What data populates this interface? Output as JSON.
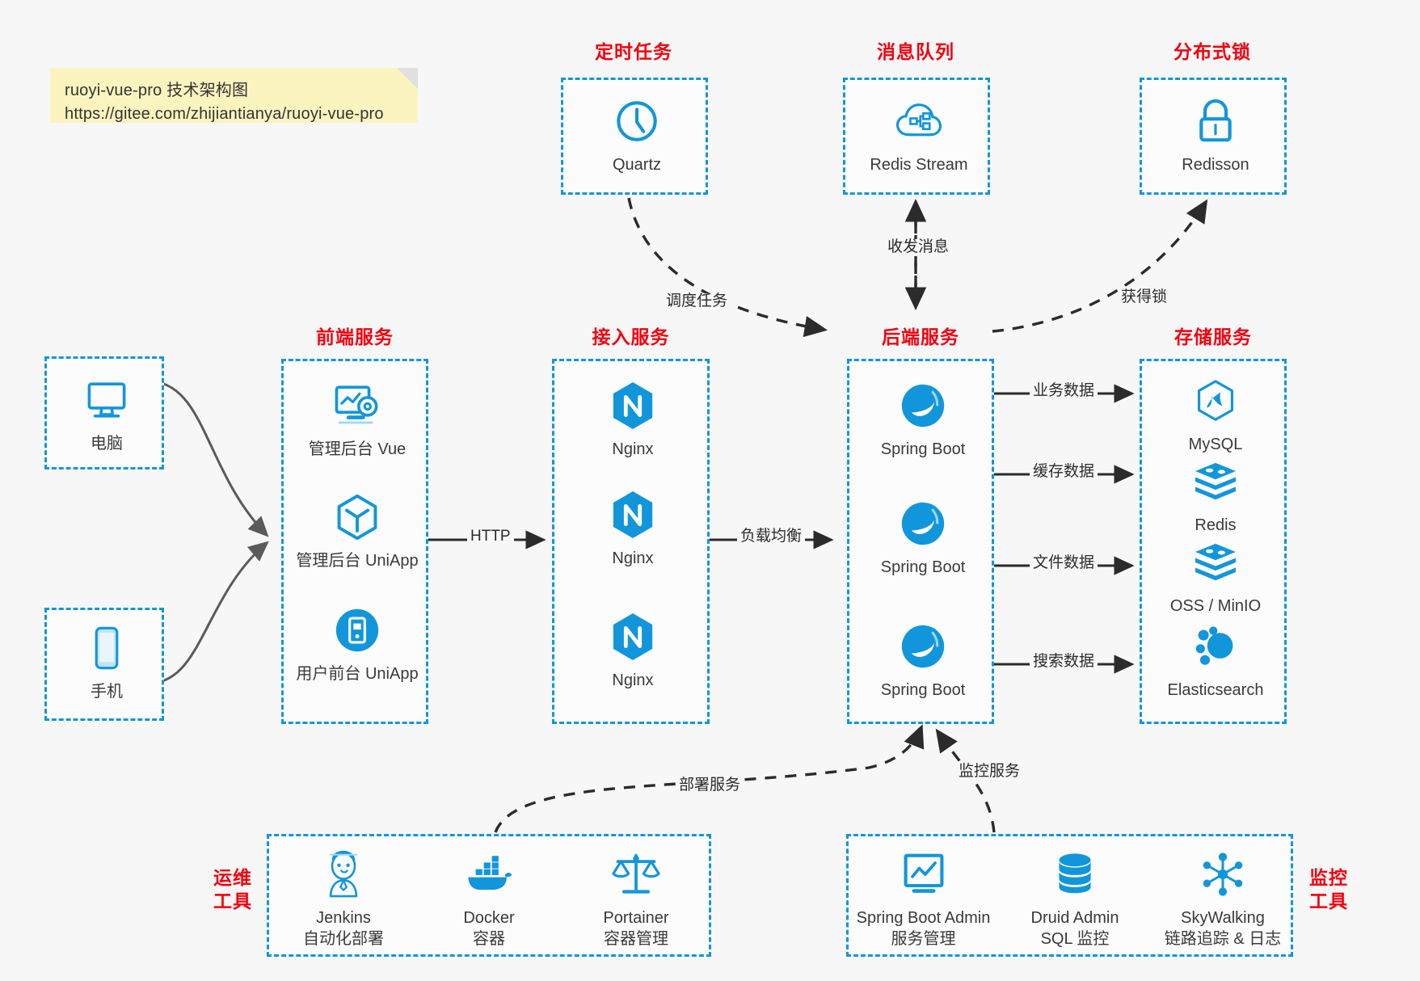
{
  "note": {
    "line1": "ruoyi-vue-pro 技术架构图",
    "line2": "https://gitee.com/zhijiantianya/ruoyi-vue-pro"
  },
  "colors": {
    "accent": "#1296db",
    "title_red": "#f5000f",
    "note_bg": "#fbf4bf",
    "canvas": "#f7f7f7",
    "edge": "#2b2b2b",
    "solid_edge_gray": "#5a5a5a"
  },
  "groups": {
    "scheduler": {
      "title": "定时任务",
      "nodes": [
        {
          "label": "Quartz",
          "icon": "clock-icon"
        }
      ]
    },
    "mq": {
      "title": "消息队列",
      "nodes": [
        {
          "label": "Redis Stream",
          "icon": "cloud-stream-icon"
        }
      ]
    },
    "lock": {
      "title": "分布式锁",
      "nodes": [
        {
          "label": "Redisson",
          "icon": "lock-icon"
        }
      ]
    },
    "clients": {
      "nodes": [
        {
          "label": "电脑",
          "icon": "desktop-icon"
        },
        {
          "label": "手机",
          "icon": "mobile-icon"
        }
      ]
    },
    "frontend": {
      "title": "前端服务",
      "nodes": [
        {
          "label": "管理后台 Vue",
          "icon": "dashboard-icon"
        },
        {
          "label": "管理后台 UniApp",
          "icon": "cube-icon"
        },
        {
          "label": "用户前台 UniApp",
          "icon": "app-icon"
        }
      ]
    },
    "gateway": {
      "title": "接入服务",
      "nodes": [
        {
          "label": "Nginx",
          "icon": "nginx-icon"
        },
        {
          "label": "Nginx",
          "icon": "nginx-icon"
        },
        {
          "label": "Nginx",
          "icon": "nginx-icon"
        }
      ]
    },
    "backend": {
      "title": "后端服务",
      "nodes": [
        {
          "label": "Spring Boot",
          "icon": "spring-icon"
        },
        {
          "label": "Spring Boot",
          "icon": "spring-icon"
        },
        {
          "label": "Spring Boot",
          "icon": "spring-icon"
        }
      ]
    },
    "storage": {
      "title": "存储服务",
      "nodes": [
        {
          "label": "MySQL",
          "icon": "mysql-icon"
        },
        {
          "label": "Redis",
          "icon": "redis-icon"
        },
        {
          "label": "OSS / MinIO",
          "icon": "oss-icon"
        },
        {
          "label": "Elasticsearch",
          "icon": "elasticsearch-icon"
        }
      ]
    },
    "devops": {
      "title_line1": "运维",
      "title_line2": "工具",
      "nodes": [
        {
          "label": "Jenkins",
          "sub": "自动化部署",
          "icon": "jenkins-icon"
        },
        {
          "label": "Docker",
          "sub": "容器",
          "icon": "docker-icon"
        },
        {
          "label": "Portainer",
          "sub": "容器管理",
          "icon": "scales-icon"
        }
      ]
    },
    "monitor": {
      "title_line1": "监控",
      "title_line2": "工具",
      "nodes": [
        {
          "label": "Spring Boot Admin",
          "sub": "服务管理",
          "icon": "monitor-chart-icon"
        },
        {
          "label": "Druid Admin",
          "sub": "SQL 监控",
          "icon": "database-icon"
        },
        {
          "label": "SkyWalking",
          "sub": "链路追踪 & 日志",
          "icon": "network-nodes-icon"
        }
      ]
    }
  },
  "edges": {
    "http": "HTTP",
    "load_balance": "负载均衡",
    "schedule_task": "调度任务",
    "mq_messages": "收发消息",
    "acquire_lock": "获得锁",
    "business_data": "业务数据",
    "cache_data": "缓存数据",
    "file_data": "文件数据",
    "search_data": "搜索数据",
    "deploy_service": "部署服务",
    "monitor_service": "监控服务"
  }
}
